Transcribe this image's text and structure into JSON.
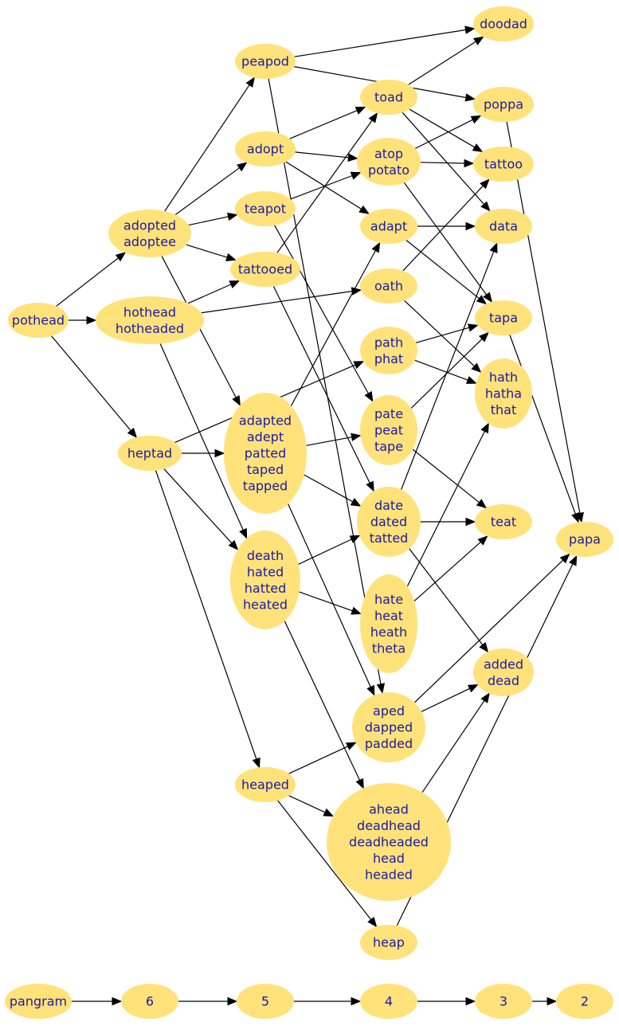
{
  "diagram": {
    "colors": {
      "node_fill": "#ffe27a",
      "label": "#1a1aa6",
      "edge": "#000000",
      "background": "#ffffff"
    },
    "nodes": [
      {
        "id": "pothead",
        "lines": [
          "pothead"
        ]
      },
      {
        "id": "hothead",
        "lines": [
          "hothead",
          "hotheaded"
        ]
      },
      {
        "id": "adopted",
        "lines": [
          "adopted",
          "adoptee"
        ]
      },
      {
        "id": "heptad",
        "lines": [
          "heptad"
        ]
      },
      {
        "id": "peapod",
        "lines": [
          "peapod"
        ]
      },
      {
        "id": "adopt",
        "lines": [
          "adopt"
        ]
      },
      {
        "id": "teapot",
        "lines": [
          "teapot"
        ]
      },
      {
        "id": "tattooed",
        "lines": [
          "tattooed"
        ]
      },
      {
        "id": "adapted",
        "lines": [
          "adapted",
          "adept",
          "patted",
          "taped",
          "tapped"
        ]
      },
      {
        "id": "death",
        "lines": [
          "death",
          "hated",
          "hatted",
          "heated"
        ]
      },
      {
        "id": "heaped",
        "lines": [
          "heaped"
        ]
      },
      {
        "id": "toad",
        "lines": [
          "toad"
        ]
      },
      {
        "id": "atop",
        "lines": [
          "atop",
          "potato"
        ]
      },
      {
        "id": "adapt",
        "lines": [
          "adapt"
        ]
      },
      {
        "id": "oath",
        "lines": [
          "oath"
        ]
      },
      {
        "id": "path",
        "lines": [
          "path",
          "phat"
        ]
      },
      {
        "id": "pate",
        "lines": [
          "pate",
          "peat",
          "tape"
        ]
      },
      {
        "id": "date",
        "lines": [
          "date",
          "dated",
          "tatted"
        ]
      },
      {
        "id": "hate",
        "lines": [
          "hate",
          "heat",
          "heath",
          "theta"
        ]
      },
      {
        "id": "aped",
        "lines": [
          "aped",
          "dapped",
          "padded"
        ]
      },
      {
        "id": "ahead",
        "lines": [
          "ahead",
          "deadhead",
          "deadheaded",
          "head",
          "headed"
        ]
      },
      {
        "id": "heap",
        "lines": [
          "heap"
        ]
      },
      {
        "id": "doodad",
        "lines": [
          "doodad"
        ]
      },
      {
        "id": "poppa",
        "lines": [
          "poppa"
        ]
      },
      {
        "id": "tattoo",
        "lines": [
          "tattoo"
        ]
      },
      {
        "id": "data",
        "lines": [
          "data"
        ]
      },
      {
        "id": "tapa",
        "lines": [
          "tapa"
        ]
      },
      {
        "id": "hath",
        "lines": [
          "hath",
          "hatha",
          "that"
        ]
      },
      {
        "id": "teat",
        "lines": [
          "teat"
        ]
      },
      {
        "id": "added",
        "lines": [
          "added",
          "dead"
        ]
      },
      {
        "id": "papa",
        "lines": [
          "papa"
        ]
      },
      {
        "id": "pangram",
        "lines": [
          "pangram"
        ]
      },
      {
        "id": "n6",
        "lines": [
          "6"
        ]
      },
      {
        "id": "n5",
        "lines": [
          "5"
        ]
      },
      {
        "id": "n4",
        "lines": [
          "4"
        ]
      },
      {
        "id": "n3",
        "lines": [
          "3"
        ]
      },
      {
        "id": "n2",
        "lines": [
          "2"
        ]
      }
    ],
    "edges": [
      [
        "pothead",
        "hothead"
      ],
      [
        "pothead",
        "adopted"
      ],
      [
        "pothead",
        "heptad"
      ],
      [
        "adopted",
        "peapod"
      ],
      [
        "adopted",
        "adopt"
      ],
      [
        "adopted",
        "teapot"
      ],
      [
        "adopted",
        "tattooed"
      ],
      [
        "adopted",
        "adapted"
      ],
      [
        "hothead",
        "tattooed"
      ],
      [
        "hothead",
        "oath"
      ],
      [
        "hothead",
        "death"
      ],
      [
        "heptad",
        "path"
      ],
      [
        "heptad",
        "adapted"
      ],
      [
        "heptad",
        "death"
      ],
      [
        "heptad",
        "heaped"
      ],
      [
        "peapod",
        "doodad"
      ],
      [
        "peapod",
        "poppa"
      ],
      [
        "peapod",
        "aped"
      ],
      [
        "adopt",
        "toad"
      ],
      [
        "adopt",
        "atop"
      ],
      [
        "adopt",
        "adapt"
      ],
      [
        "teapot",
        "atop"
      ],
      [
        "teapot",
        "pate"
      ],
      [
        "tattooed",
        "toad"
      ],
      [
        "tattooed",
        "date"
      ],
      [
        "adapted",
        "adapt"
      ],
      [
        "adapted",
        "pate"
      ],
      [
        "adapted",
        "date"
      ],
      [
        "adapted",
        "aped"
      ],
      [
        "death",
        "date"
      ],
      [
        "death",
        "hate"
      ],
      [
        "death",
        "ahead"
      ],
      [
        "heaped",
        "aped"
      ],
      [
        "heaped",
        "ahead"
      ],
      [
        "heaped",
        "heap"
      ],
      [
        "toad",
        "doodad"
      ],
      [
        "toad",
        "tattoo"
      ],
      [
        "toad",
        "data"
      ],
      [
        "atop",
        "poppa"
      ],
      [
        "atop",
        "tattoo"
      ],
      [
        "atop",
        "tapa"
      ],
      [
        "adapt",
        "data"
      ],
      [
        "adapt",
        "tapa"
      ],
      [
        "oath",
        "tattoo"
      ],
      [
        "oath",
        "hath"
      ],
      [
        "path",
        "tapa"
      ],
      [
        "path",
        "hath"
      ],
      [
        "pate",
        "tapa"
      ],
      [
        "pate",
        "teat"
      ],
      [
        "date",
        "teat"
      ],
      [
        "date",
        "added"
      ],
      [
        "date",
        "data"
      ],
      [
        "hate",
        "teat"
      ],
      [
        "hate",
        "hath"
      ],
      [
        "aped",
        "added"
      ],
      [
        "aped",
        "papa"
      ],
      [
        "ahead",
        "added"
      ],
      [
        "heap",
        "papa"
      ],
      [
        "poppa",
        "papa"
      ],
      [
        "tapa",
        "papa"
      ],
      [
        "pangram",
        "n6"
      ],
      [
        "n6",
        "n5"
      ],
      [
        "n5",
        "n4"
      ],
      [
        "n4",
        "n3"
      ],
      [
        "n3",
        "n2"
      ]
    ]
  }
}
